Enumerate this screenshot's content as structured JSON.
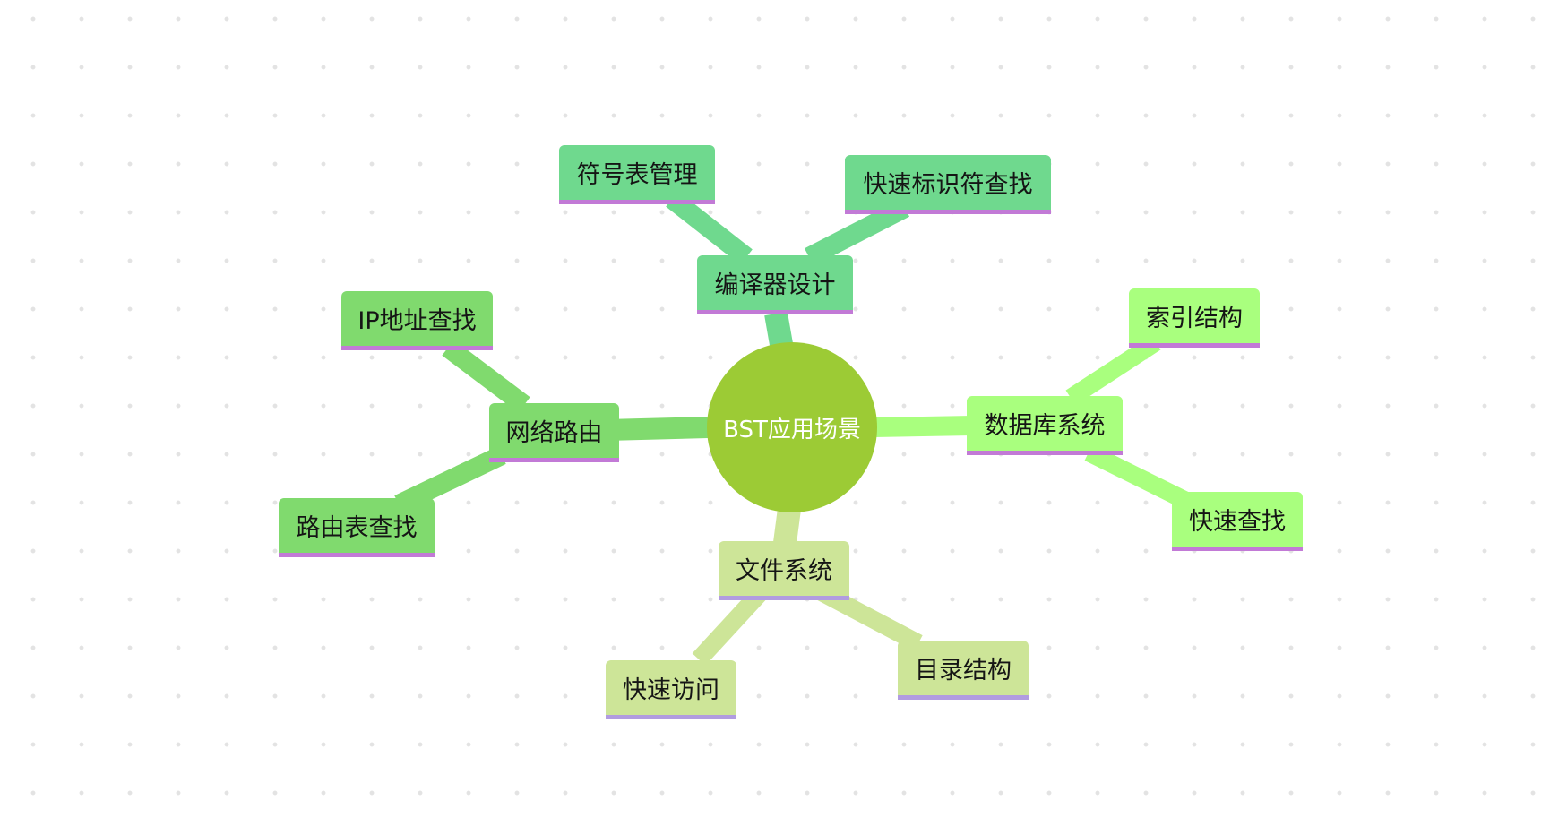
{
  "mindmap": {
    "root": "BST应用场景",
    "branches": [
      {
        "label": "编译器设计",
        "children": [
          "符号表管理",
          "快速标识符查找"
        ]
      },
      {
        "label": "数据库系统",
        "children": [
          "索引结构",
          "快速查找"
        ]
      },
      {
        "label": "文件系统",
        "children": [
          "快速访问",
          "目录结构"
        ]
      },
      {
        "label": "网络路由",
        "children": [
          "IP地址查找",
          "路由表查找"
        ]
      }
    ]
  },
  "colors": {
    "root": "#9ccb35",
    "compiler": "#6fd98e",
    "database": "#a9ff7e",
    "filesystem": "#cde598",
    "network": "#80da6e",
    "underline_pink": "#c27ad6",
    "underline_purple": "#b19ce0"
  }
}
